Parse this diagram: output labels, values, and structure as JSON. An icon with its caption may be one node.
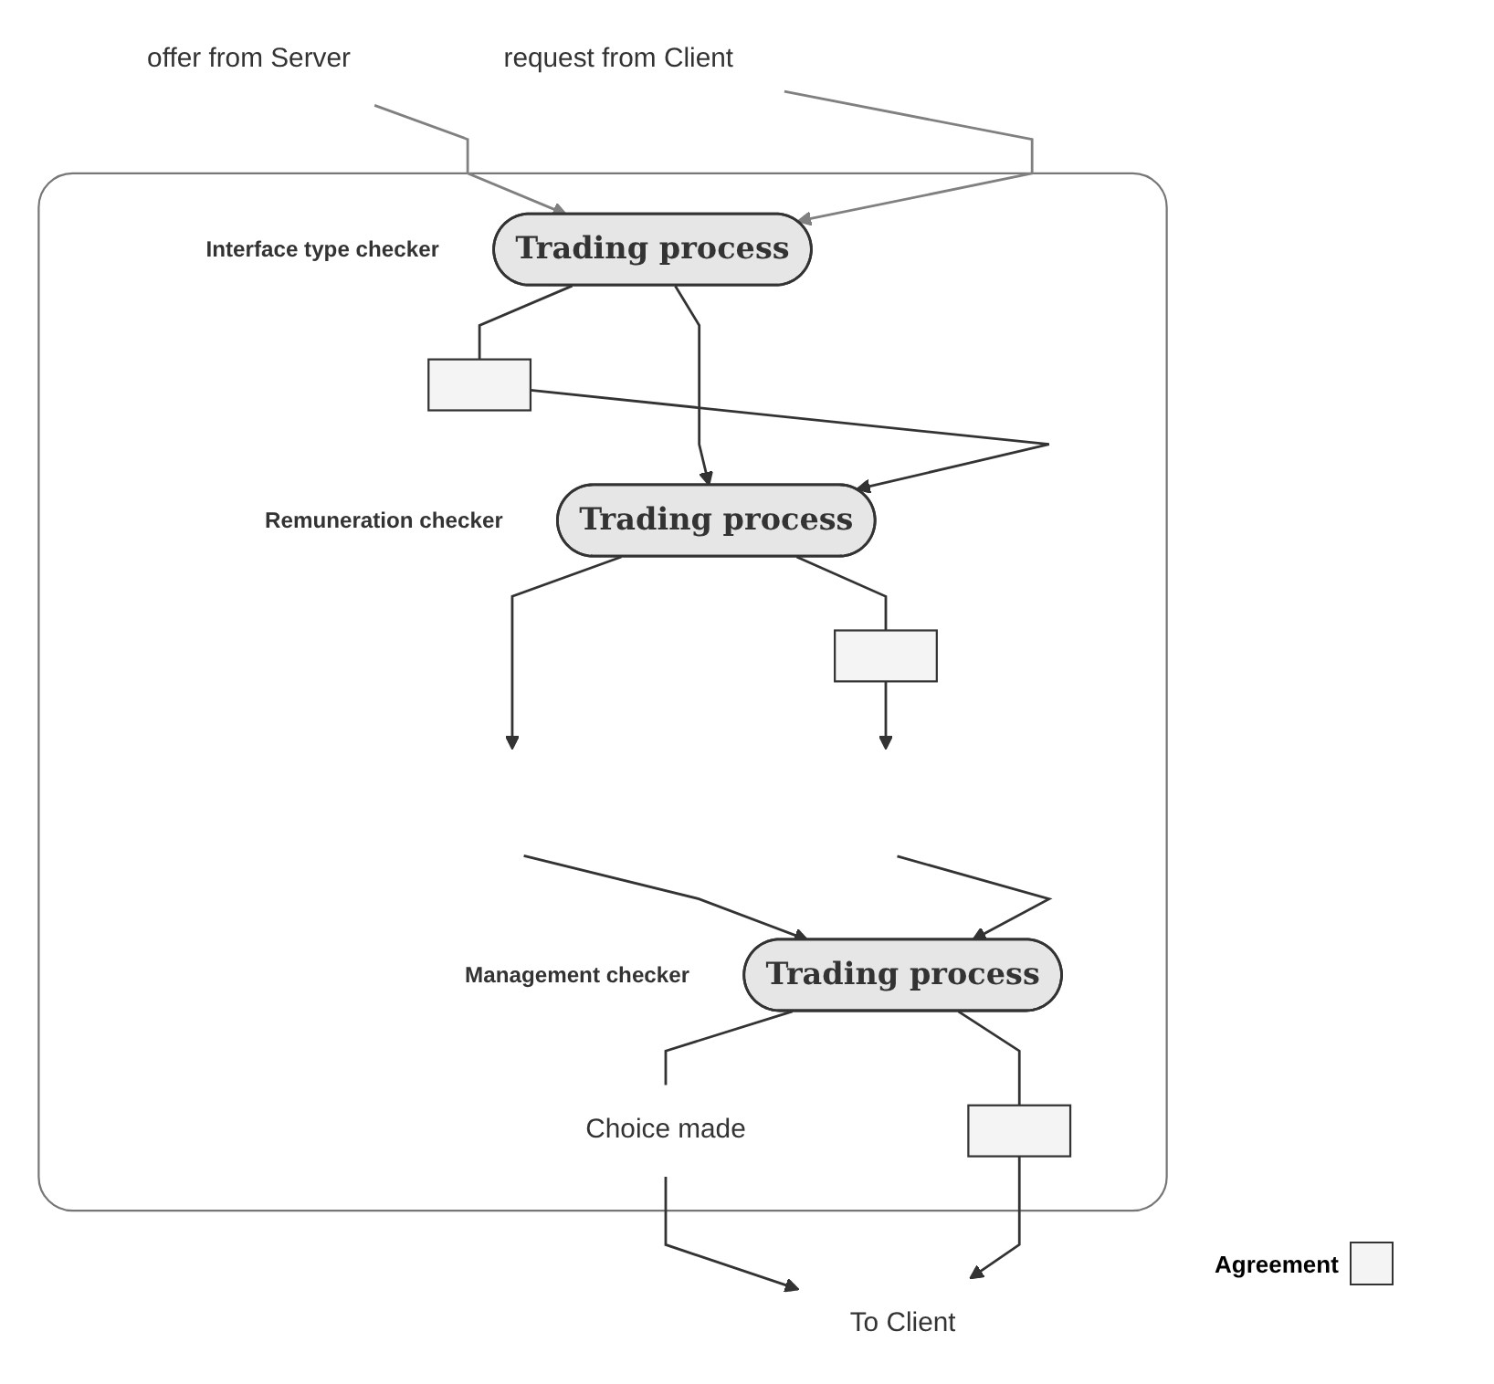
{
  "diagram": {
    "nodes": [
      {
        "text": [],
        "shape": "box"
      },
      {
        "text": [
          "offer from Server"
        ]
      },
      {
        "text": [
          "request from Client"
        ]
      },
      {
        "text": [
          "Trading process"
        ],
        "in": 0,
        "beside": [
          "Interface type checker"
        ]
      },
      {
        "text": [],
        "shape": "box",
        "in": 0
      },
      {
        "text": [
          "Trading process"
        ],
        "in": 0,
        "beside": [
          "Remuneration checker"
        ]
      },
      {
        "text": [],
        "shape": "box",
        "in": 0
      },
      {
        "text": [
          "Trading process"
        ],
        "in": 0,
        "beside": [
          "Management checker"
        ]
      },
      {
        "text": [],
        "shape": "box",
        "in": 0
      },
      {
        "text": [
          "Choice made"
        ],
        "in": 0
      },
      {
        "text": [
          "To Client"
        ]
      }
    ],
    "edges": [
      {
        "from": 1,
        "to": 3,
        "arrow": "to",
        "color": "#808080"
      },
      {
        "from": 2,
        "to": 3,
        "arrow": "to",
        "color": "#808080"
      },
      {
        "from": 3,
        "to": 4,
        "arrow": "none"
      },
      {
        "from": 3,
        "to": 5,
        "arrow": "to"
      },
      {
        "from": 4,
        "to": 5,
        "arrow": "to"
      },
      {
        "from": 5,
        "to": 6,
        "arrow": "none"
      },
      {
        "from": 5,
        "to": null,
        "arrow": "to"
      },
      {
        "from": null,
        "to": 7,
        "arrow": "to"
      },
      {
        "from": 6,
        "to": null,
        "arrow": "to"
      },
      {
        "from": null,
        "to": 7,
        "arrow": "to"
      },
      {
        "from": 7,
        "to": 8,
        "arrow": "none"
      },
      {
        "from": 7,
        "to": 9,
        "arrow": "none"
      },
      {
        "from": 9,
        "to": 10,
        "arrow": "to"
      },
      {
        "from": 8,
        "to": 10,
        "arrow": "to"
      }
    ],
    "legend": [
      {
        "text": "Agreement"
      }
    ]
  }
}
